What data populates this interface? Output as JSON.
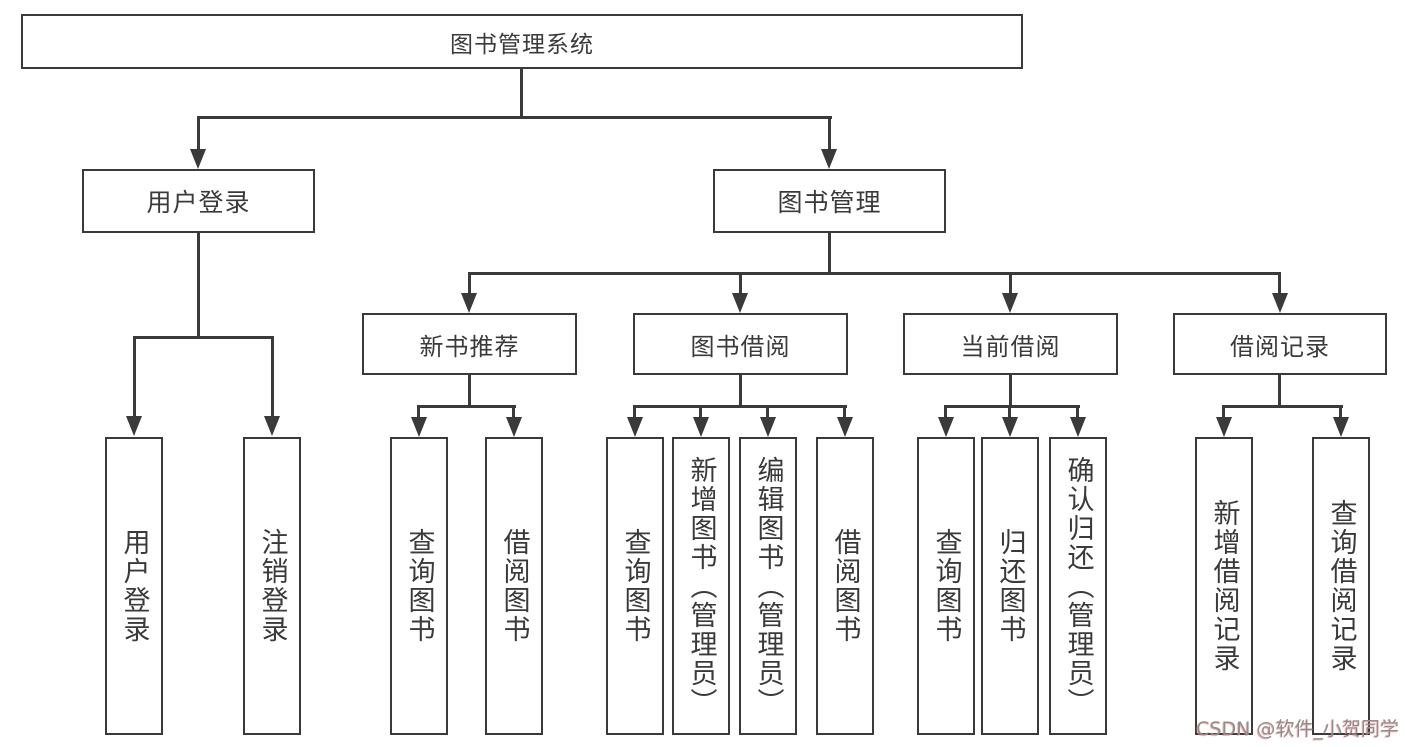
{
  "diagram": {
    "nodes": {
      "root": {
        "label": "图书管理系统"
      },
      "user_login": {
        "label": "用户登录"
      },
      "book_manage": {
        "label": "图书管理"
      },
      "new_book_rec": {
        "label": "新书推荐"
      },
      "book_borrow": {
        "label": "图书借阅"
      },
      "current_borrow": {
        "label": "当前借阅"
      },
      "borrow_record": {
        "label": "借阅记录"
      },
      "login_leaf": {
        "label": "用户登录"
      },
      "logout_leaf": {
        "label": "注销登录"
      },
      "rec_query_book": {
        "label": "查询图书"
      },
      "rec_borrow_book": {
        "label": "借阅图书"
      },
      "bb_query_book": {
        "label": "查询图书"
      },
      "bb_add_book": {
        "label": "新增图书（管理员）"
      },
      "bb_edit_book": {
        "label": "编辑图书（管理员）"
      },
      "bb_borrow_book": {
        "label": "借阅图书"
      },
      "cb_query_book": {
        "label": "查询图书"
      },
      "cb_return_book": {
        "label": "归还图书"
      },
      "cb_confirm_return": {
        "label": "确认归还（管理员）"
      },
      "br_add_record": {
        "label": "新增借阅记录"
      },
      "br_query_record": {
        "label": "查询借阅记录"
      }
    },
    "watermark": {
      "text": "CSDN @软件_小贺同学"
    },
    "colors": {
      "line": "#3a3a3a",
      "text": "#3a3a3a",
      "background": "#ffffff",
      "watermark_gray": "#8f8f8f",
      "watermark_red_tint": "#f77a7a"
    }
  }
}
